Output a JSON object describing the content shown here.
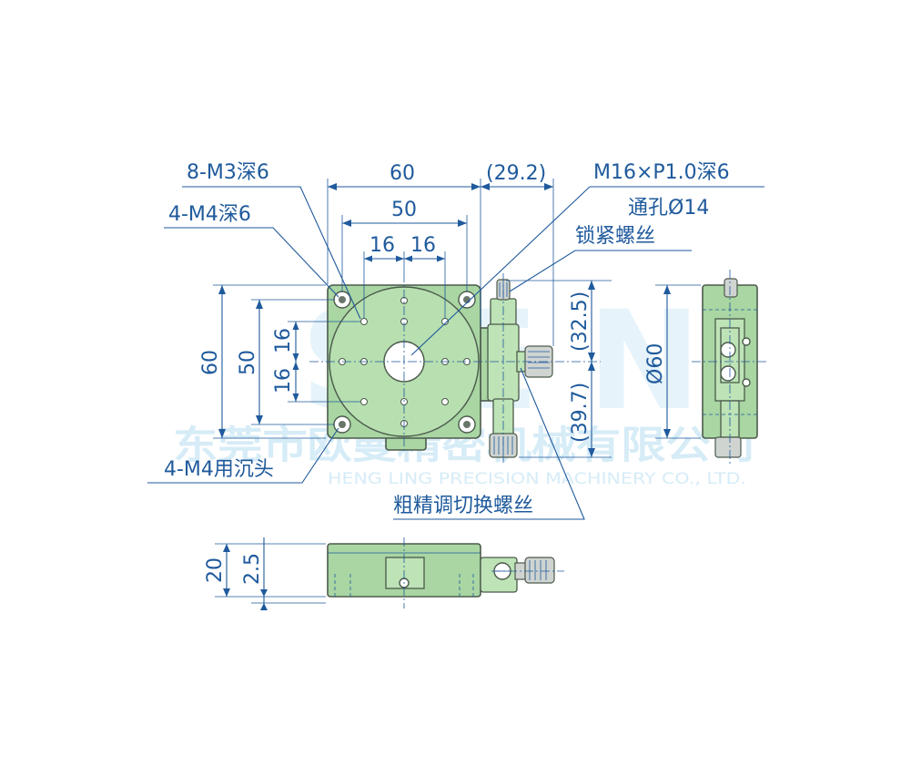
{
  "dimensions": {
    "width_top_outer": "60",
    "width_top_inner": "50",
    "hole_spacing_a": "16",
    "hole_spacing_b": "16",
    "knob_offset": "(29.2)",
    "height_outer": "60",
    "height_inner": "50",
    "hole_spacing_v_a": "16",
    "hole_spacing_v_b": "16",
    "right_upper": "(32.5)",
    "right_lower": "(39.7)",
    "diameter": "Ø60",
    "side_height": "20",
    "side_step": "2.5"
  },
  "callouts": {
    "m3": "8-M3深6",
    "m4": "4-M4深6",
    "m16": "M16×P1.0深6",
    "through_hole": "通孔Ø14",
    "lock_screw": "锁紧螺丝",
    "counterbore": "4-M4用沉头",
    "fine_switch": "粗精调切换螺丝"
  },
  "watermark": {
    "company_cn": "东莞市欧曼精密机械有限公司",
    "company_en": "HENG LING PRECISION MACHINERY CO., LTD."
  },
  "colors": {
    "dimension": "#1f5a9c",
    "part_fill": "#a9d6a3",
    "watermark": "#d6ecf7"
  }
}
